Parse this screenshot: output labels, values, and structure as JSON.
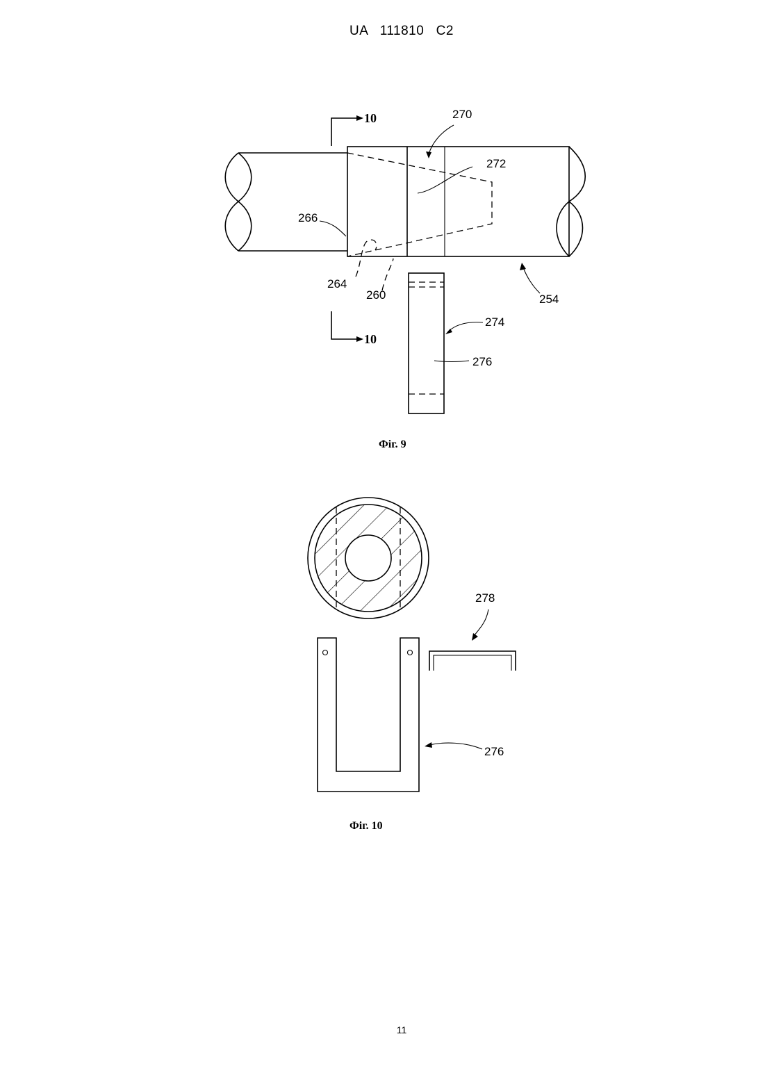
{
  "header": {
    "document_number": "UA   111810   C2"
  },
  "figure9": {
    "caption": "Фіг. 9",
    "section_marker": "10",
    "labels": {
      "l270": "270",
      "l272": "272",
      "l266": "266",
      "l264": "264",
      "l260": "260",
      "l254": "254",
      "l274": "274",
      "l276": "276"
    }
  },
  "figure10": {
    "caption": "Фіг. 10",
    "labels": {
      "l278": "278",
      "l276": "276"
    }
  },
  "footer": {
    "page_number": "11"
  }
}
